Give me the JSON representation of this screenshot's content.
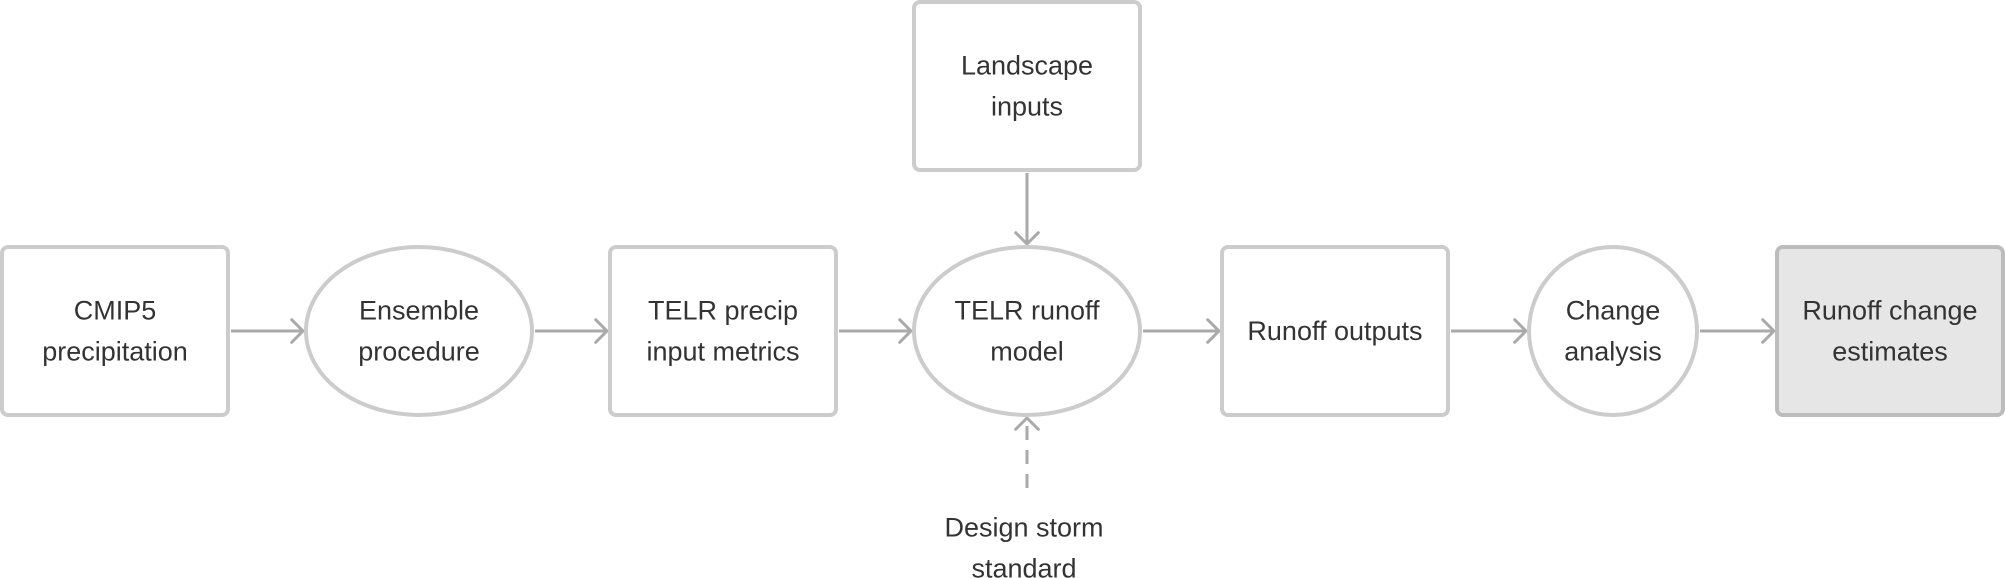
{
  "diagram": {
    "nodes": [
      {
        "id": "cmip5",
        "shape": "rect",
        "lines": [
          "CMIP5",
          "precipitation"
        ]
      },
      {
        "id": "ensemble",
        "shape": "ellipse",
        "lines": [
          "Ensemble",
          "procedure"
        ]
      },
      {
        "id": "telr-precip",
        "shape": "rect",
        "lines": [
          "TELR precip",
          "input metrics"
        ]
      },
      {
        "id": "telr-runoff",
        "shape": "ellipse",
        "lines": [
          "TELR runoff",
          "model"
        ]
      },
      {
        "id": "runoff-outputs",
        "shape": "rect",
        "lines": [
          "Runoff outputs"
        ]
      },
      {
        "id": "change-analysis",
        "shape": "ellipse",
        "lines": [
          "Change",
          "analysis"
        ]
      },
      {
        "id": "runoff-change",
        "shape": "rect",
        "highlight": true,
        "lines": [
          "Runoff change",
          "estimates"
        ]
      },
      {
        "id": "landscape",
        "shape": "rect",
        "lines": [
          "Landscape",
          "inputs"
        ]
      },
      {
        "id": "design-storm",
        "shape": "label",
        "lines": [
          "Design storm",
          "standard"
        ]
      }
    ],
    "edges": [
      {
        "from": "cmip5",
        "to": "ensemble",
        "style": "solid"
      },
      {
        "from": "ensemble",
        "to": "telr-precip",
        "style": "solid"
      },
      {
        "from": "telr-precip",
        "to": "telr-runoff",
        "style": "solid"
      },
      {
        "from": "telr-runoff",
        "to": "runoff-outputs",
        "style": "solid"
      },
      {
        "from": "runoff-outputs",
        "to": "change-analysis",
        "style": "solid"
      },
      {
        "from": "change-analysis",
        "to": "runoff-change",
        "style": "solid"
      },
      {
        "from": "landscape",
        "to": "telr-runoff",
        "style": "solid"
      },
      {
        "from": "design-storm",
        "to": "telr-runoff",
        "style": "dashed"
      }
    ],
    "colors": {
      "node_stroke": "#cccccc",
      "node_fill": "#ffffff",
      "highlight_fill": "#e6e6e6",
      "edge": "#aaaaaa",
      "text": "#333333"
    }
  }
}
